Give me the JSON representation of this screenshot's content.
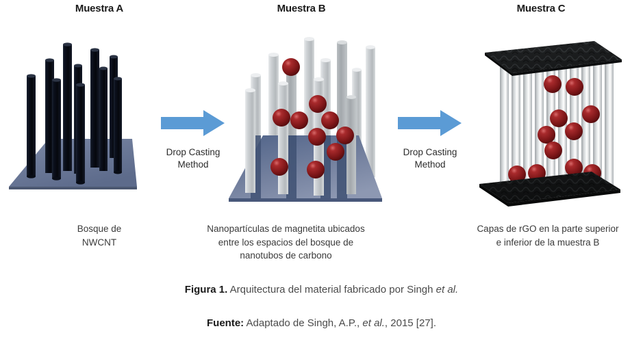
{
  "background_color": "#ffffff",
  "panels": [
    {
      "id": "a",
      "title": "Muestra A",
      "caption": "Bosque de\nNWCNT",
      "caption_line1": "Bosque de",
      "caption_line2": "NWCNT",
      "description": "Forest of black nanotubes standing on a blue-gray substrate",
      "tube_color": "#0b0f1c",
      "substrate_color": "#6b7a99",
      "tube_count": 10,
      "sphere_count": 0
    },
    {
      "id": "b",
      "title": "Muestra B",
      "caption_line1": "Nanopartículas de magnetita ubicados",
      "caption_line2": "entre los espacios del bosque de",
      "caption_line3": "nanotubos de carbono",
      "description": "Light gray nanotubes on blue-gray substrate with dark red magnetite nanoparticles",
      "tube_color": "#c9ccce",
      "substrate_color": "#6b7a99",
      "sphere_color": "#8c1a1c",
      "tube_count": 11,
      "sphere_count": 10
    },
    {
      "id": "c",
      "title": "Muestra C",
      "caption_line1": "Capas de rGO en la parte superior",
      "caption_line2": "e inferior de la muestra B",
      "description": "Vertical gray nanotubes sandwiched between two black rGO sheets with red nanoparticles inside",
      "tube_color": "#c3c6c8",
      "sheet_color": "#17181a",
      "sphere_color": "#8c1a1c",
      "tube_count": 11,
      "sphere_count": 11
    }
  ],
  "arrows": [
    {
      "id": "1",
      "label_line1": "Drop Casting",
      "label_line2": "Method",
      "color": "#5b9bd5",
      "icon": "right-arrow-icon"
    },
    {
      "id": "2",
      "label_line1": "Drop Casting",
      "label_line2": "Method",
      "color": "#5b9bd5",
      "icon": "right-arrow-icon"
    }
  ],
  "figure_caption": {
    "lead": "Figura 1.",
    "body": " Arquitectura del material fabricado por Singh ",
    "italic": "et al."
  },
  "source_caption": {
    "lead": "Fuente:",
    "body_1": " Adaptado de Singh, A.P., ",
    "italic": "et al.",
    "body_2": ", 2015 [27]."
  },
  "colors": {
    "accent_blue": "#5b9bd5",
    "substrate_blue": "#6b7a99",
    "substrate_blue_dark": "#3f5878",
    "nanotube_black": "#0b0f1c",
    "nanotube_gray": "#c9ccce",
    "nanoparticle_red": "#8c1a1c",
    "rgo_black": "#17181a",
    "text_dark": "#231f20"
  }
}
